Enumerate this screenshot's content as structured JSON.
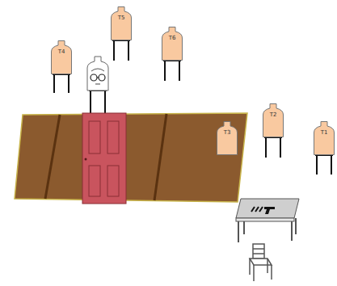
{
  "diagram": {
    "nodes": [
      {
        "text": [
          "T5"
        ]
      },
      {
        "text": [
          "T6"
        ]
      },
      {
        "text": [
          "T4"
        ]
      },
      {
        "text": [
          "T2"
        ]
      },
      {
        "text": [
          "T3"
        ]
      },
      {
        "text": [
          "T1"
        ]
      }
    ]
  }
}
